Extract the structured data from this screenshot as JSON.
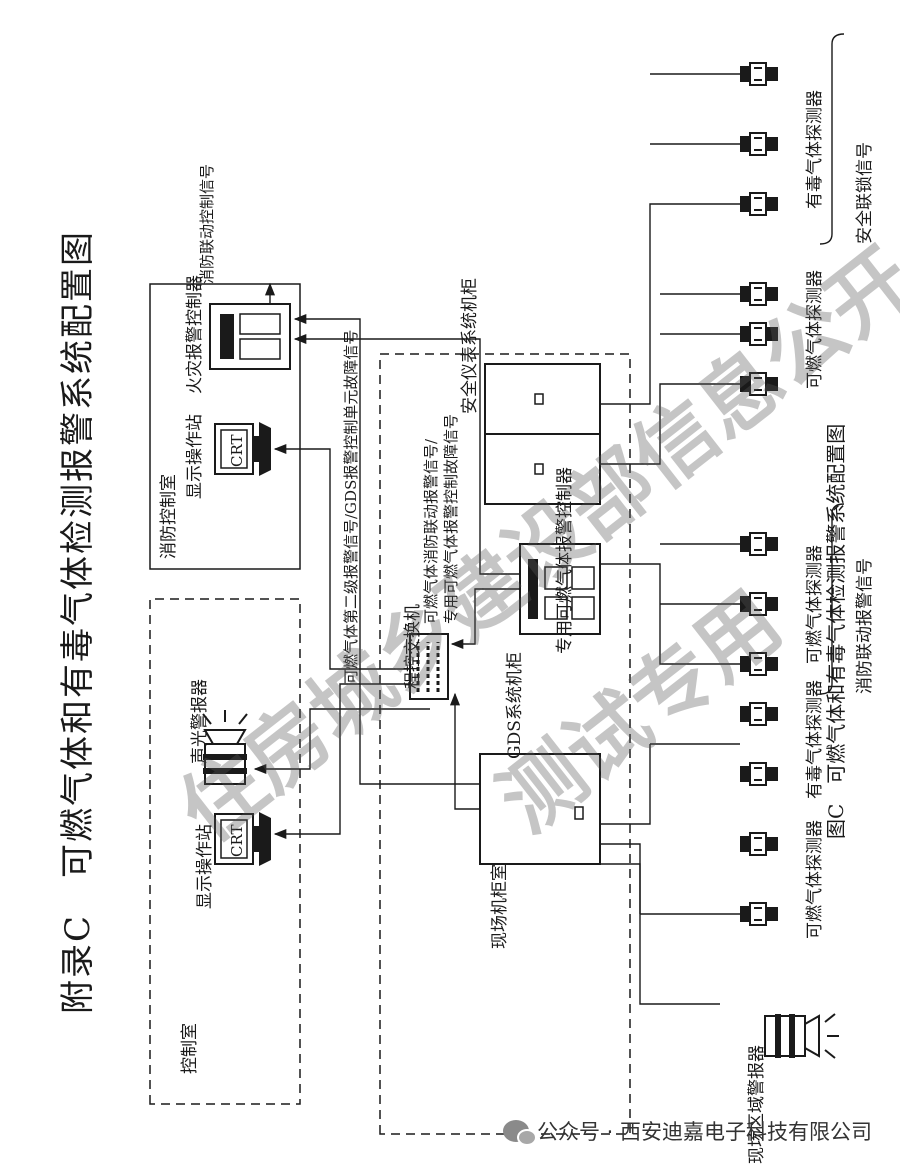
{
  "title": "附录C　可燃气体和有毒气体检测报警系统配置图",
  "caption": "图C　可燃气体和有毒气体检测报警系统配置图",
  "rooms": {
    "fire_control_room": "消防控制室",
    "control_room": "控制室",
    "field_cabinet_room": "现场机柜室"
  },
  "devices": {
    "display_station_1": "显示操作站",
    "display_station_2": "显示操作站",
    "crt_1": "CRT",
    "crt_2": "CRT",
    "fire_alarm_controller": "火灾报警控制器",
    "fire_linkage_signal": "消防联动控制信号",
    "sound_light_alarm": "声光警报器",
    "field_area_alarm": "现场区域警报器",
    "program_switch": "程控交换机",
    "gds_cabinet": "GDS系统机柜",
    "dedicated_controller": "专用可燃气体报警控制器",
    "sis_cabinet": "安全仪表系统机柜"
  },
  "signals": {
    "gds_signal": "可燃气体第二级报警信号/GDS报警控制单元故障信号",
    "linkage_signal_a": "可燃气体消防联动报警信号/",
    "linkage_signal_b": "专用可燃气体报警控制故障信号",
    "safety_interlock": "安全联锁信号",
    "fire_linkage_alarm": "消防联动报警信号"
  },
  "detectors": {
    "combustible_1": "可燃气体探测器",
    "toxic_1": "有毒气体探测器",
    "combustible_2": "可燃气体探测器",
    "combustible_3": "可燃气体探测器",
    "toxic_2": "有毒气体探测器"
  },
  "watermark": {
    "line_1": "住房城乡建设部信息公开",
    "line_2": "测试专用"
  },
  "footer": {
    "text": "公众号 · 西安迪嘉电子科技有限公司"
  },
  "colors": {
    "line": "#1a1a1a",
    "watermark": "#8c8c8c",
    "background": "#ffffff"
  }
}
